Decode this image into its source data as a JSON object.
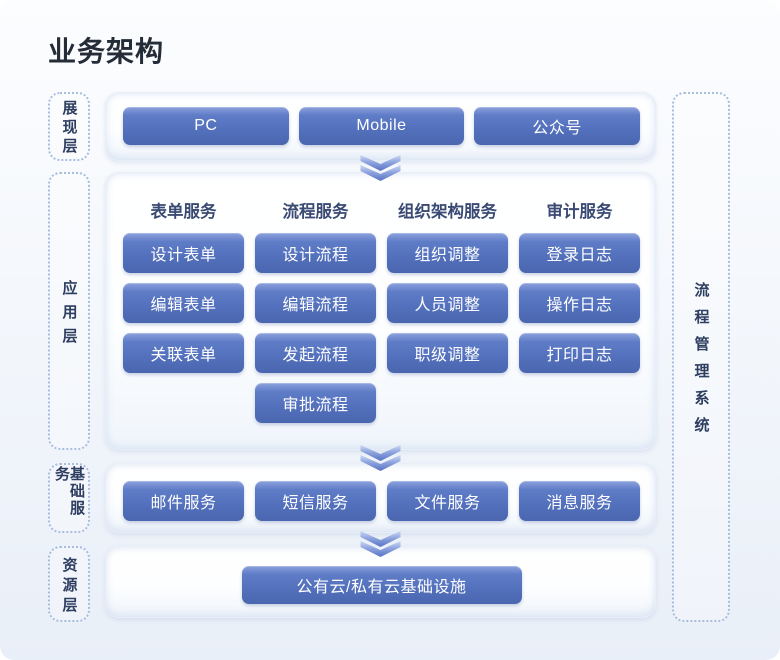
{
  "page": {
    "title": "业务架构"
  },
  "layer_tags": [
    {
      "id": "presentation",
      "label": "展现层"
    },
    {
      "id": "application",
      "label": "应用层"
    },
    {
      "id": "basic-services",
      "label": "基础服务"
    },
    {
      "id": "resource",
      "label": "资源层"
    }
  ],
  "right_tag": {
    "label": "流程管理系统"
  },
  "presentation": {
    "items": [
      "PC",
      "Mobile",
      "公众号"
    ]
  },
  "application": {
    "columns": [
      {
        "header": "表单服务",
        "items": [
          "设计表单",
          "编辑表单",
          "关联表单"
        ]
      },
      {
        "header": "流程服务",
        "items": [
          "设计流程",
          "编辑流程",
          "发起流程",
          "审批流程"
        ]
      },
      {
        "header": "组织架构服务",
        "items": [
          "组织调整",
          "人员调整",
          "职级调整"
        ]
      },
      {
        "header": "审计服务",
        "items": [
          "登录日志",
          "操作日志",
          "打印日志"
        ]
      }
    ]
  },
  "basic_services": {
    "items": [
      "邮件服务",
      "短信服务",
      "文件服务",
      "消息服务"
    ]
  },
  "resource": {
    "items": [
      "公有云/私有云基础设施"
    ]
  },
  "icons": {
    "down_arrow": "chevron-double-down-icon"
  },
  "colors": {
    "node_gradient_top": "#8CA2DC",
    "node_gradient_bottom": "#4A66AF",
    "heading_text": "#3A4A74",
    "tag_text": "#2E3E60",
    "tag_border": "#A7BCDF",
    "title_text": "#242C38",
    "arrow_light": "#CCD8F3",
    "arrow_mid": "#8FA5DE",
    "arrow_dark": "#5672C5"
  }
}
